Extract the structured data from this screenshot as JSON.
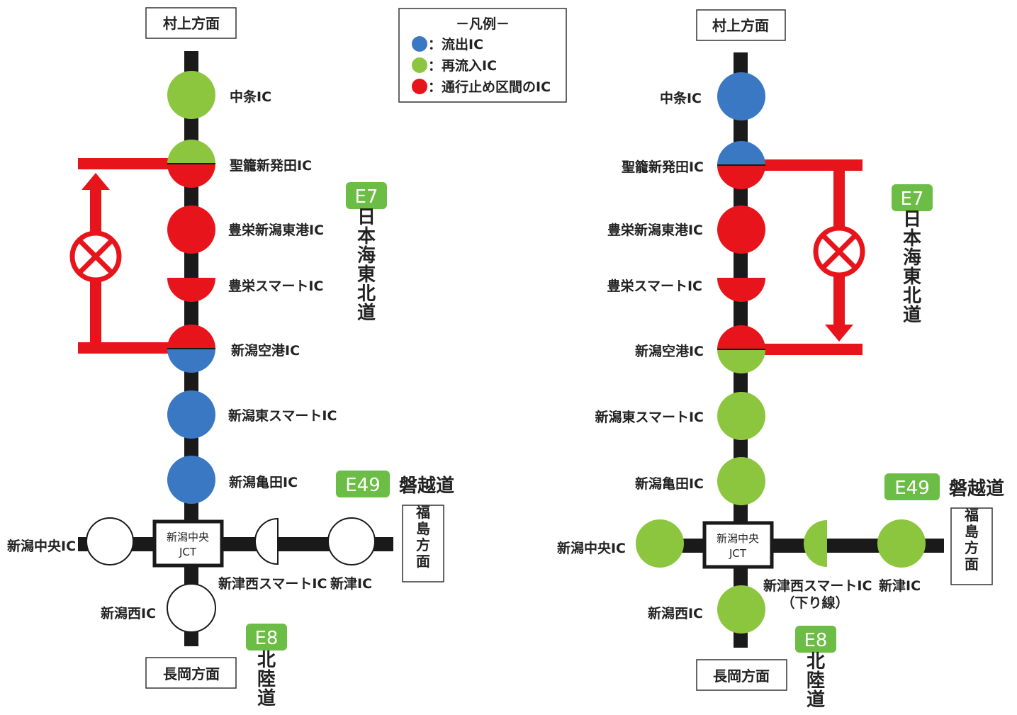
{
  "colors": {
    "outflow": "#3a78c4",
    "reentry": "#8cc63f",
    "closed": "#e8141c",
    "road": "#1a1a1a",
    "badge": "#6cbd45"
  },
  "legend": {
    "title": "－凡例－",
    "items": [
      {
        "color_key": "outflow",
        "label": "：流出IC"
      },
      {
        "color_key": "reentry",
        "label": "：再流入IC"
      },
      {
        "color_key": "closed",
        "label": "：通行止め区間のIC"
      }
    ]
  },
  "left": {
    "north_box": "村上方面",
    "south_box": "長岡方面",
    "east_box": "福島方面",
    "jct": [
      "新潟中央",
      "JCT"
    ],
    "ic_labels": {
      "nakajo": "中条IC",
      "shibata": "聖籠新発田IC",
      "toko": "豊栄新潟東港IC",
      "toyosaka_smart": "豊栄スマートIC",
      "airport": "新潟空港IC",
      "higashi_smart": "新潟東スマートIC",
      "kameda": "新潟亀田IC",
      "chuo": "新潟中央IC",
      "nishi": "新潟西IC",
      "niitsu_nishi_smart": "新津西スマートIC",
      "niitsu": "新津IC"
    },
    "routes": {
      "e7_code": "E7",
      "e7_name": "日本海東北道",
      "e49_code": "E49",
      "e49_name": "磐越道",
      "e8_code": "E8",
      "e8_name": "北陸道"
    }
  },
  "right": {
    "north_box": "村上方面",
    "south_box": "長岡方面",
    "east_box": "福島方面",
    "jct": [
      "新潟中央",
      "JCT"
    ],
    "ic_labels": {
      "nakajo": "中条IC",
      "shibata": "聖籠新発田IC",
      "toko": "豊栄新潟東港IC",
      "toyosaka_smart": "豊栄スマートIC",
      "airport": "新潟空港IC",
      "higashi_smart": "新潟東スマートIC",
      "kameda": "新潟亀田IC",
      "chuo": "新潟中央IC",
      "nishi": "新潟西IC",
      "niitsu_nishi_smart": "新津西スマートIC",
      "niitsu_nishi_note": "（下り線）",
      "niitsu": "新津IC"
    },
    "routes": {
      "e7_code": "E7",
      "e7_name": "日本海東北道",
      "e49_code": "E49",
      "e49_name": "磐越道",
      "e8_code": "E8",
      "e8_name": "北陸道"
    }
  }
}
